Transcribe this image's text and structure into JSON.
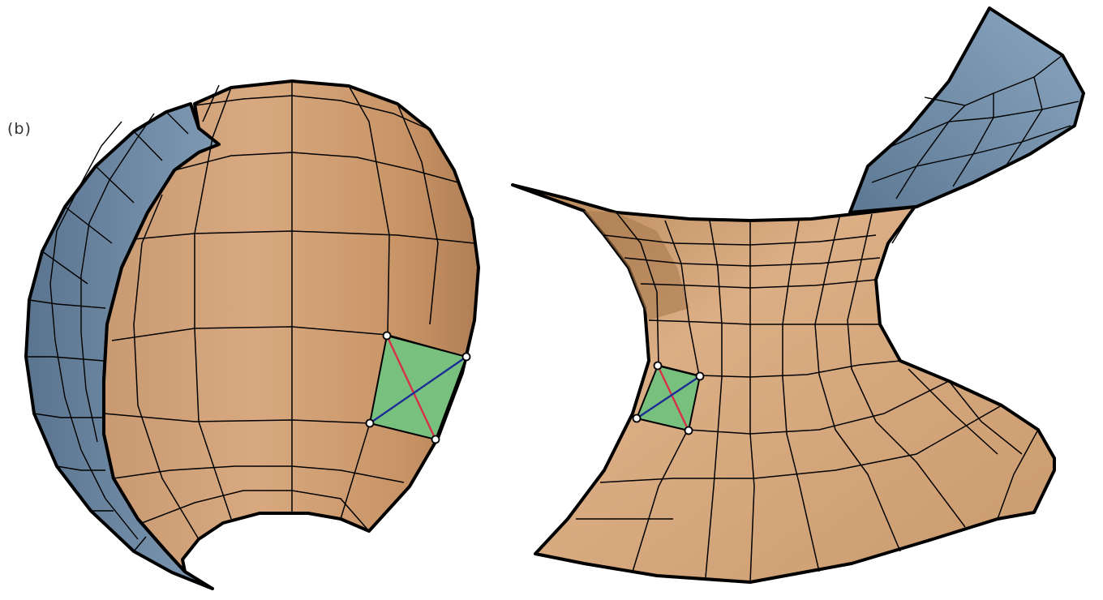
{
  "panel_label": "(b)",
  "colors": {
    "surface_front": "#d4a47c",
    "surface_front_dark": "#b98a60",
    "surface_back": "#7895b0",
    "surface_back_dark": "#55708c",
    "highlight_quad": "#78c07e",
    "diagonal_a": "#d8304a",
    "diagonal_b": "#1e2c96",
    "outline": "#000000",
    "vertex_fill": "#ffffff"
  },
  "figures": [
    {
      "name": "sphere-like-surface",
      "highlighted_quad": true
    },
    {
      "name": "saddle-like-surface",
      "highlighted_quad": true
    }
  ]
}
